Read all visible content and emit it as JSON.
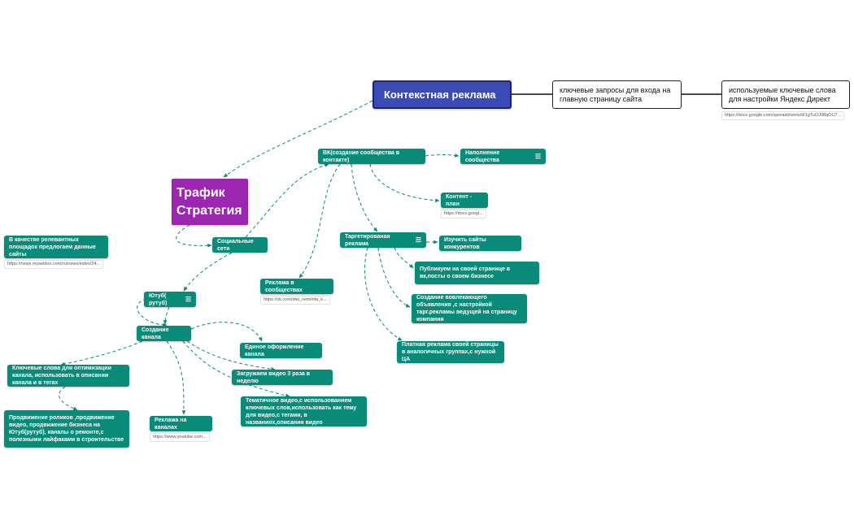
{
  "colors": {
    "node": "#0a8a78",
    "central": "#9b27b0",
    "main": "#3b4bb5",
    "connector": "#0a8a78"
  },
  "nodes": {
    "kontekst": "Контекстная реклама",
    "kluch1": "ключевые запросы для входа на главную страницу сайта",
    "kluch2": "используемые ключевые слова для настройки Яндекс Директ",
    "central": "Трафик Стратегия",
    "vk": "ВК(создание сообщества в контакте)",
    "napolnenie": "Наполнение сообщества",
    "kontent": "Контент - план",
    "target": "Таргетированая реклама",
    "konkurenty": "Изучить сайты конкурентов",
    "publikuem": "Публикуем на своей странице в вк,посты о своем бизнесе",
    "sozdanie_obyav": "Создание вовлекающего объявления ,с настройкой тарг.рекламы ведущей на страницу компании",
    "platnaya": "Платная реклама  своей  страницы в аналогичных группах,с нужной ЦА",
    "socseti": "Социальные сети",
    "reklama_soob": "Реклама в сообществах",
    "v_kachestve": "В качестве релевантных площадок предлогаем данные сайты",
    "youtube": "Ютуб( рутуб)",
    "kanal": "Создание канала",
    "edinoe": "Единое оформление канала",
    "zagruzhaem": "Загружаем видео  3 раза в неделю",
    "tematichnoe": "Тематичное видео,с использованием ключевых слов,использовать  как тему для видео,с тегами, в названиях,описания видео",
    "klyuchevye_slova": "Ключевые слова для оптимизации канала, использовать в  описании канала и в тегах",
    "prodvizhenie": "Продвижение роликов ,продвижение видео, продвижение бизнеса на Ютуб(рутуб), каналы о ремонте,с полезными лайфаками в строительстве",
    "reklama_kanalah": "Реклама на каналах"
  },
  "links": {
    "docs1": "https://docs.google.com/spreadsheets/d/1gTuOJ98qOU7...",
    "docs2": "https://docs.googl...",
    "news": "https://news.myseldon.com/ru/news/index/24...",
    "vk": "https://vk.com/idei_remonta_k...",
    "youtube": "https://www.youtube.com..."
  },
  "icons": {
    "note": "notes-icon"
  }
}
